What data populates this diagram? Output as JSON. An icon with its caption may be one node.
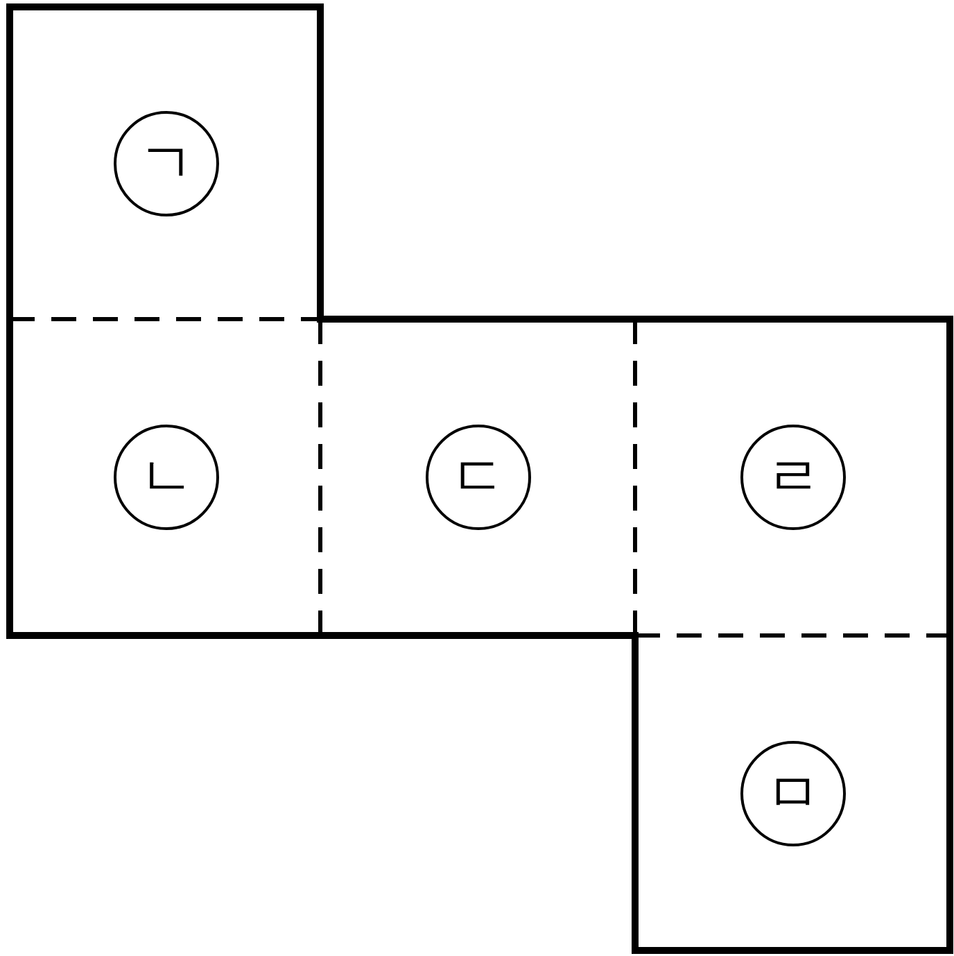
{
  "diagram": {
    "nodes": [
      {
        "text": [
          "ㄱ"
        ]
      },
      {
        "text": [
          "ㄴ"
        ]
      },
      {
        "text": [
          "ㄷ"
        ]
      },
      {
        "text": [
          "ㄹ"
        ]
      },
      {
        "text": [
          "ㅁ"
        ]
      }
    ]
  }
}
